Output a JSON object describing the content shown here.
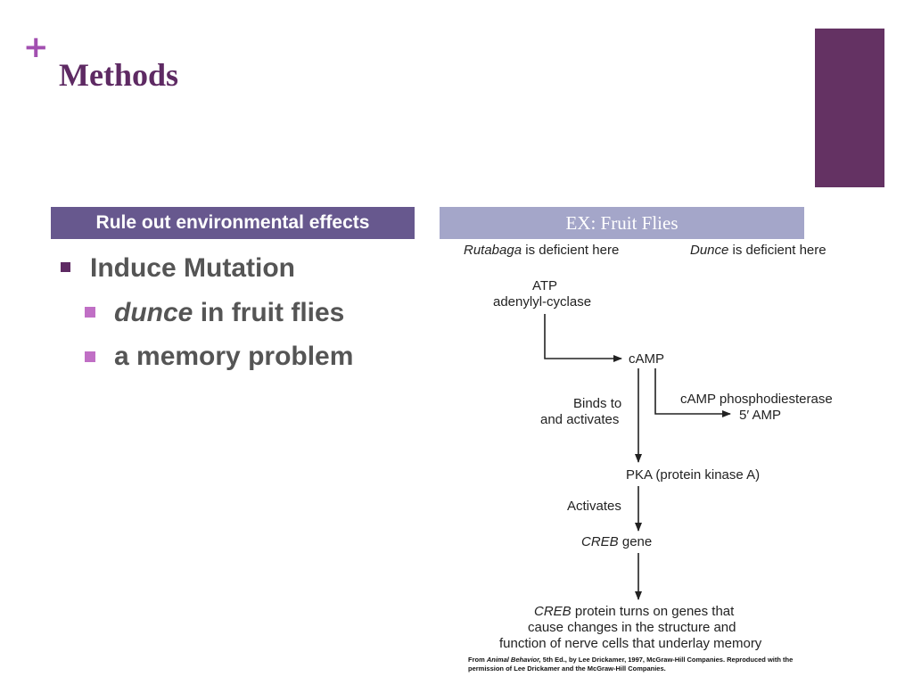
{
  "slide": {
    "plus": "+",
    "title": "Methods"
  },
  "left": {
    "header": "Rule out environmental effects",
    "bullets": [
      {
        "text": "Induce Mutation"
      },
      {
        "italic": "dunce",
        "text": " in fruit flies"
      },
      {
        "text": "a memory problem"
      }
    ]
  },
  "right": {
    "header": "EX: Fruit Flies"
  },
  "diagram": {
    "rutabaga": {
      "italic": "Rutabaga",
      "text": " is deficient here"
    },
    "dunce": {
      "italic": "Dunce",
      "text": " is deficient here"
    },
    "atp": "ATP",
    "adenylyl": "adenylyl-cyclase",
    "camp": "cAMP",
    "binds1": "Binds to",
    "binds2": "and activates",
    "pde": "cAMP phosphodiesterase",
    "amp5": "5′ AMP",
    "pka": "PKA (protein kinase A)",
    "activates": "Activates",
    "creb_gene": {
      "italic": "CREB",
      "text": " gene"
    },
    "creb_protein": {
      "italic": "CREB",
      "text": " protein turns on genes that"
    },
    "line2": "cause changes in the structure and",
    "line3": "function of nerve cells that underlay memory",
    "credit1": {
      "pre": "From ",
      "italic": "Animal Behavior,",
      "post": " 5th Ed., by Lee Drickamer, 1997, McGraw-Hill Companies. Reproduced with the"
    },
    "credit2": "permission of Lee Drickamer and the McGraw-Hill Companies."
  },
  "colors": {
    "title": "#5e2a63",
    "accent_block": "#643263",
    "plus": "#a24fb0",
    "left_header_bg": "#67588e",
    "right_header_bg": "#a4a6c9"
  }
}
